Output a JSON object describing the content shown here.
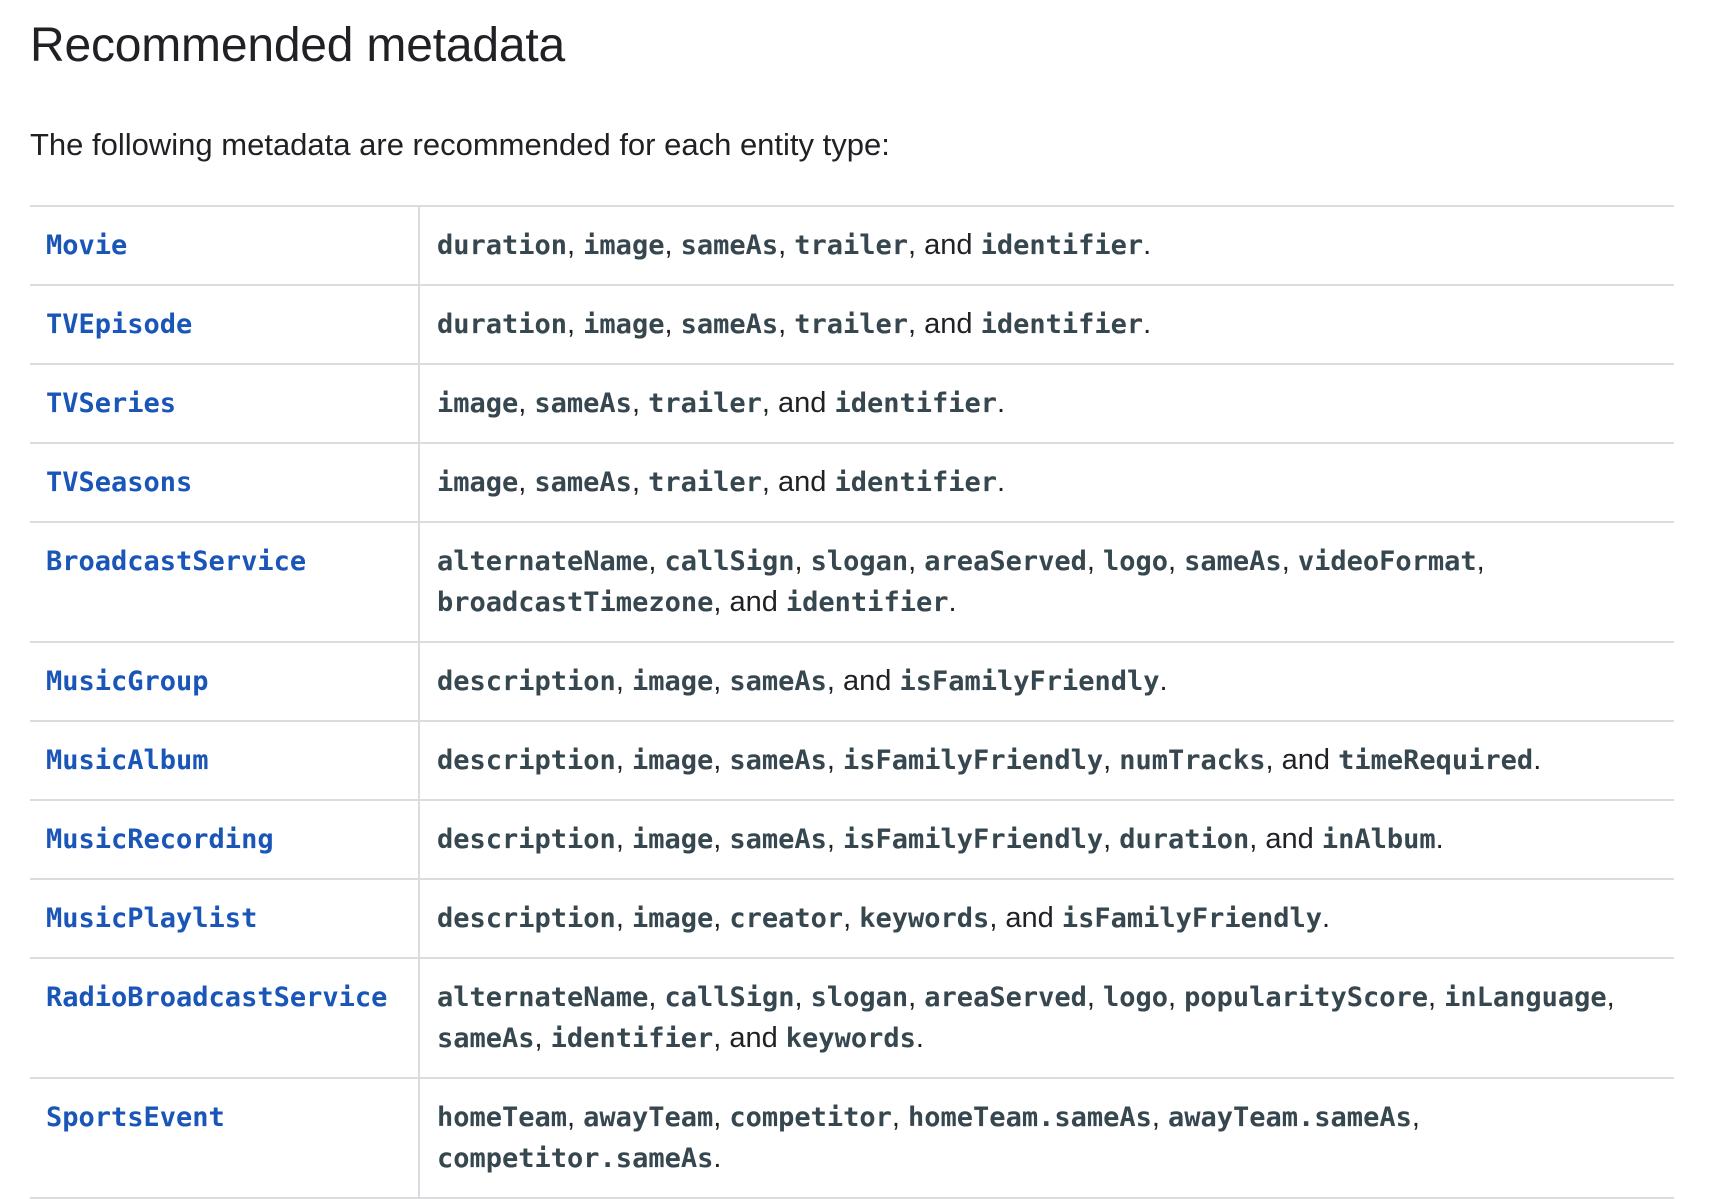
{
  "heading": "Recommended metadata",
  "intro": "The following metadata are recommended for each entity type:",
  "rows": [
    {
      "type": "Movie",
      "props": [
        {
          "t": "code",
          "v": "duration"
        },
        {
          "t": "text",
          "v": ", "
        },
        {
          "t": "code",
          "v": "image"
        },
        {
          "t": "text",
          "v": ", "
        },
        {
          "t": "code",
          "v": "sameAs"
        },
        {
          "t": "text",
          "v": ", "
        },
        {
          "t": "code",
          "v": "trailer"
        },
        {
          "t": "text",
          "v": ", and "
        },
        {
          "t": "code",
          "v": "identifier"
        },
        {
          "t": "text",
          "v": "."
        }
      ]
    },
    {
      "type": "TVEpisode",
      "props": [
        {
          "t": "code",
          "v": "duration"
        },
        {
          "t": "text",
          "v": ", "
        },
        {
          "t": "code",
          "v": "image"
        },
        {
          "t": "text",
          "v": ", "
        },
        {
          "t": "code",
          "v": "sameAs"
        },
        {
          "t": "text",
          "v": ", "
        },
        {
          "t": "code",
          "v": "trailer"
        },
        {
          "t": "text",
          "v": ", and "
        },
        {
          "t": "code",
          "v": "identifier"
        },
        {
          "t": "text",
          "v": "."
        }
      ]
    },
    {
      "type": "TVSeries",
      "props": [
        {
          "t": "code",
          "v": "image"
        },
        {
          "t": "text",
          "v": ", "
        },
        {
          "t": "code",
          "v": "sameAs"
        },
        {
          "t": "text",
          "v": ", "
        },
        {
          "t": "code",
          "v": "trailer"
        },
        {
          "t": "text",
          "v": ", and "
        },
        {
          "t": "code",
          "v": "identifier"
        },
        {
          "t": "text",
          "v": "."
        }
      ]
    },
    {
      "type": "TVSeasons",
      "props": [
        {
          "t": "code",
          "v": "image"
        },
        {
          "t": "text",
          "v": ", "
        },
        {
          "t": "code",
          "v": "sameAs"
        },
        {
          "t": "text",
          "v": ", "
        },
        {
          "t": "code",
          "v": "trailer"
        },
        {
          "t": "text",
          "v": ", and "
        },
        {
          "t": "code",
          "v": "identifier"
        },
        {
          "t": "text",
          "v": "."
        }
      ]
    },
    {
      "type": "BroadcastService",
      "props": [
        {
          "t": "code",
          "v": "alternateName"
        },
        {
          "t": "text",
          "v": ", "
        },
        {
          "t": "code",
          "v": "callSign"
        },
        {
          "t": "text",
          "v": ", "
        },
        {
          "t": "code",
          "v": "slogan"
        },
        {
          "t": "text",
          "v": ", "
        },
        {
          "t": "code",
          "v": "areaServed"
        },
        {
          "t": "text",
          "v": ", "
        },
        {
          "t": "code",
          "v": "logo"
        },
        {
          "t": "text",
          "v": ", "
        },
        {
          "t": "code",
          "v": "sameAs"
        },
        {
          "t": "text",
          "v": ", "
        },
        {
          "t": "code",
          "v": "videoFormat"
        },
        {
          "t": "text",
          "v": ", "
        },
        {
          "t": "code",
          "v": "broadcastTimezone"
        },
        {
          "t": "text",
          "v": ", and "
        },
        {
          "t": "code",
          "v": "identifier"
        },
        {
          "t": "text",
          "v": "."
        }
      ]
    },
    {
      "type": "MusicGroup",
      "props": [
        {
          "t": "code",
          "v": "description"
        },
        {
          "t": "text",
          "v": ", "
        },
        {
          "t": "code",
          "v": "image"
        },
        {
          "t": "text",
          "v": ", "
        },
        {
          "t": "code",
          "v": "sameAs"
        },
        {
          "t": "text",
          "v": ", and "
        },
        {
          "t": "code",
          "v": "isFamilyFriendly"
        },
        {
          "t": "text",
          "v": "."
        }
      ]
    },
    {
      "type": "MusicAlbum",
      "props": [
        {
          "t": "code",
          "v": "description"
        },
        {
          "t": "text",
          "v": ", "
        },
        {
          "t": "code",
          "v": "image"
        },
        {
          "t": "text",
          "v": ", "
        },
        {
          "t": "code",
          "v": "sameAs"
        },
        {
          "t": "text",
          "v": ", "
        },
        {
          "t": "code",
          "v": "isFamilyFriendly"
        },
        {
          "t": "text",
          "v": ", "
        },
        {
          "t": "code",
          "v": "numTracks"
        },
        {
          "t": "text",
          "v": ", and "
        },
        {
          "t": "code",
          "v": "timeRequired"
        },
        {
          "t": "text",
          "v": "."
        }
      ]
    },
    {
      "type": "MusicRecording",
      "props": [
        {
          "t": "code",
          "v": "description"
        },
        {
          "t": "text",
          "v": ", "
        },
        {
          "t": "code",
          "v": "image"
        },
        {
          "t": "text",
          "v": ", "
        },
        {
          "t": "code",
          "v": "sameAs"
        },
        {
          "t": "text",
          "v": ", "
        },
        {
          "t": "code",
          "v": "isFamilyFriendly"
        },
        {
          "t": "text",
          "v": ", "
        },
        {
          "t": "code",
          "v": "duration"
        },
        {
          "t": "text",
          "v": ", and "
        },
        {
          "t": "code",
          "v": "inAlbum"
        },
        {
          "t": "text",
          "v": "."
        }
      ]
    },
    {
      "type": "MusicPlaylist",
      "props": [
        {
          "t": "code",
          "v": "description"
        },
        {
          "t": "text",
          "v": ", "
        },
        {
          "t": "code",
          "v": "image"
        },
        {
          "t": "text",
          "v": ", "
        },
        {
          "t": "code",
          "v": "creator"
        },
        {
          "t": "text",
          "v": ", "
        },
        {
          "t": "code",
          "v": "keywords"
        },
        {
          "t": "text",
          "v": ", and "
        },
        {
          "t": "code",
          "v": "isFamilyFriendly"
        },
        {
          "t": "text",
          "v": "."
        }
      ]
    },
    {
      "type": "RadioBroadcastService",
      "props": [
        {
          "t": "code",
          "v": "alternateName"
        },
        {
          "t": "text",
          "v": ", "
        },
        {
          "t": "code",
          "v": "callSign"
        },
        {
          "t": "text",
          "v": ", "
        },
        {
          "t": "code",
          "v": "slogan"
        },
        {
          "t": "text",
          "v": ", "
        },
        {
          "t": "code",
          "v": "areaServed"
        },
        {
          "t": "text",
          "v": ", "
        },
        {
          "t": "code",
          "v": "logo"
        },
        {
          "t": "text",
          "v": ", "
        },
        {
          "t": "code",
          "v": "popularityScore"
        },
        {
          "t": "text",
          "v": ", "
        },
        {
          "t": "code",
          "v": "inLanguage"
        },
        {
          "t": "text",
          "v": ", "
        },
        {
          "t": "code",
          "v": "sameAs"
        },
        {
          "t": "text",
          "v": ", "
        },
        {
          "t": "code",
          "v": "identifier"
        },
        {
          "t": "text",
          "v": ", and "
        },
        {
          "t": "code",
          "v": "keywords"
        },
        {
          "t": "text",
          "v": "."
        }
      ]
    },
    {
      "type": "SportsEvent",
      "props": [
        {
          "t": "code",
          "v": "homeTeam"
        },
        {
          "t": "text",
          "v": ", "
        },
        {
          "t": "code",
          "v": "awayTeam"
        },
        {
          "t": "text",
          "v": ", "
        },
        {
          "t": "code",
          "v": "competitor"
        },
        {
          "t": "text",
          "v": ", "
        },
        {
          "t": "code",
          "v": "homeTeam.sameAs"
        },
        {
          "t": "text",
          "v": ", "
        },
        {
          "t": "code",
          "v": "awayTeam.sameAs"
        },
        {
          "t": "text",
          "v": ", "
        },
        {
          "t": "code",
          "v": "competitor.sameAs"
        },
        {
          "t": "text",
          "v": "."
        }
      ]
    }
  ],
  "colors": {
    "link": "#1a55b8",
    "code": "#37474f",
    "text": "#202124",
    "border": "#dadce0"
  }
}
